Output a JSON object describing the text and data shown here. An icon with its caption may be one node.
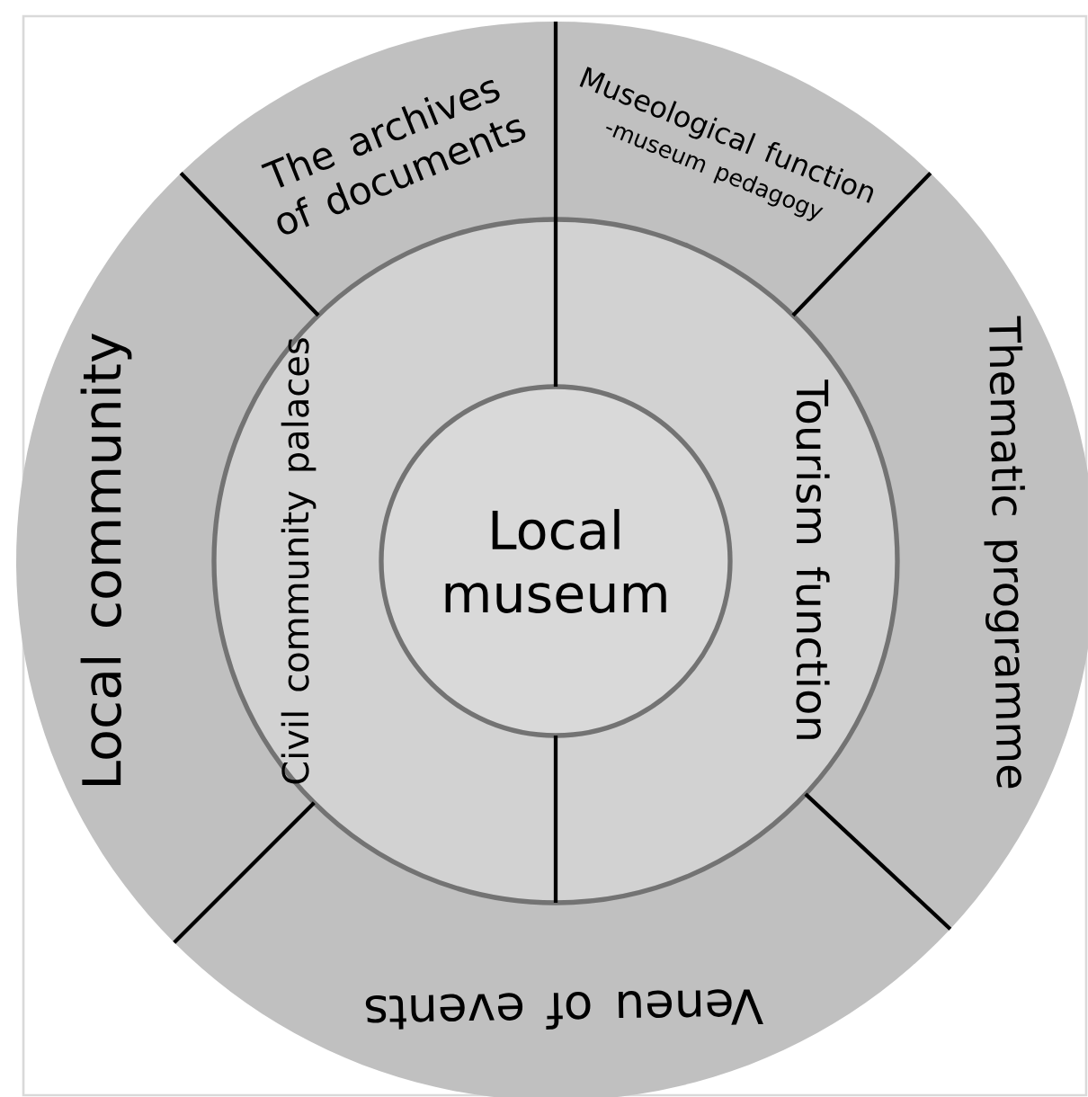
{
  "diagram": {
    "nodes": [
      {
        "text": [
          "Local museum"
        ]
      },
      {
        "text": [
          "Civil community palaces"
        ]
      },
      {
        "text": [
          "Tourism function"
        ]
      },
      {
        "text": [
          "The archives of documents"
        ]
      },
      {
        "text": [
          "Museological function",
          "-museum pedagogy"
        ]
      },
      {
        "text": [
          "Thematic programme"
        ]
      },
      {
        "text": [
          "Veneu of events"
        ]
      },
      {
        "text": [
          "Local community"
        ]
      }
    ]
  }
}
